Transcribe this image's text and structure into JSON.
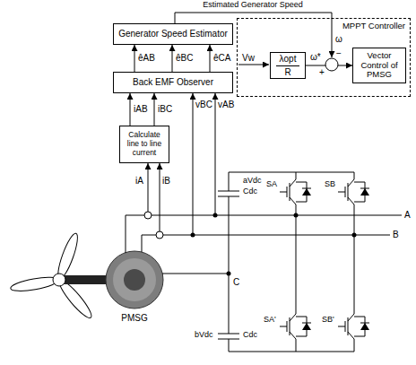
{
  "diagram": {
    "nodes": [
      {
        "text": [
          "Generator Speed Estimator"
        ]
      },
      {
        "text": [
          "MPPT Controller"
        ]
      },
      {
        "text": [
          "λopt",
          "R"
        ],
        "in": 1
      },
      {
        "text": [
          "Vector Control of PMSG"
        ],
        "in": 1
      },
      {
        "text": [
          "Back EMF Observer"
        ]
      },
      {
        "text": [
          "Calculate line to line current"
        ]
      }
    ],
    "edges": [
      {
        "from": 4,
        "to": 0,
        "arrow": "to",
        "label": "êAB"
      },
      {
        "from": 4,
        "to": 0,
        "arrow": "to",
        "label": "êBC"
      },
      {
        "from": 4,
        "to": 0,
        "arrow": "to",
        "label": "êCA"
      },
      {
        "from": 5,
        "to": 4,
        "arrow": "to",
        "label": "iAB"
      },
      {
        "from": 5,
        "to": 4,
        "arrow": "to",
        "label": "iBC"
      },
      {
        "from": 2,
        "to": 3,
        "arrow": "to",
        "label": "ω*"
      }
    ],
    "labels": [
      "Estimated Generator Speed",
      "ω",
      "−",
      "+",
      "Vw",
      "vBC",
      "vAB",
      "iA",
      "iB",
      "aVdc",
      "Cdc",
      "C",
      "bVdc",
      "Cdc",
      "SA",
      "SB",
      "SA'",
      "SB'",
      "A",
      "B",
      "PMSG"
    ]
  }
}
